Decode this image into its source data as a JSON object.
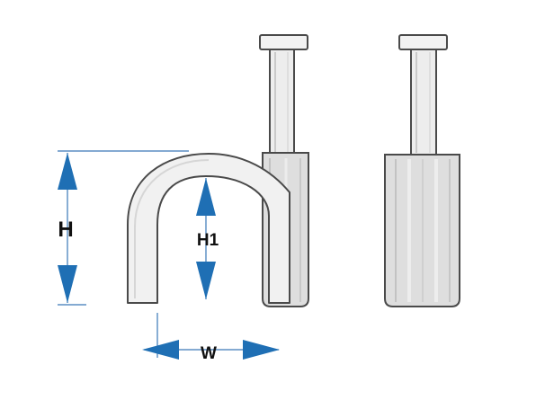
{
  "labels": {
    "height": "H",
    "inner_height": "H1",
    "width": "W"
  },
  "colors": {
    "arrow": "#1f6fb4",
    "dimension_line": "#3a78b8",
    "outline": "#4a4a4a",
    "body_fill": "#f1f1f1",
    "shade": "#d6d6d6"
  },
  "icons": [
    "cable-clip-front-view",
    "cable-clip-side-view",
    "dimension-arrow-icon"
  ]
}
